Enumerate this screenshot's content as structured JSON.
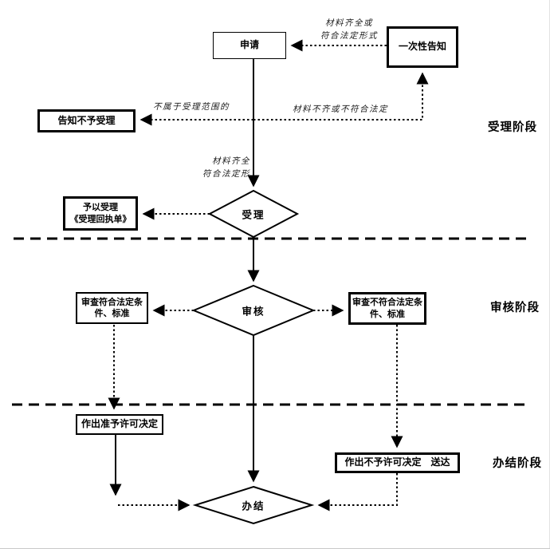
{
  "flowchart": {
    "nodes": {
      "apply": "申请",
      "one_time_notice": "一次性告知",
      "notify_rejection": "告知不予受理",
      "accept": "受理",
      "grant_acceptance": "予以受理\n《受理回执单》",
      "review": "审核",
      "review_pass": "审查符合法定条\n件、标准",
      "review_fail": "审查不符合法定条\n件、标准",
      "grant_permit": "作出准予许可决定",
      "deny_permit": "作出不予许可决定　送达",
      "complete": "办结"
    },
    "edge_labels": {
      "materials_complete_or_legal_form": "材料齐全或\n符合法定形式",
      "not_in_acceptance_scope": "不属于受理范围的",
      "materials_incomplete_or_illegal": "材料不齐或不符合法定",
      "materials_complete_legal_form": "材料齐全\n符合法定形"
    },
    "stages": {
      "acceptance": "受理阶段",
      "review": "审核阶段",
      "completion": "办结阶段"
    },
    "colors": {
      "line": "#000000",
      "background": "#ffffff",
      "text": "#000000"
    }
  }
}
